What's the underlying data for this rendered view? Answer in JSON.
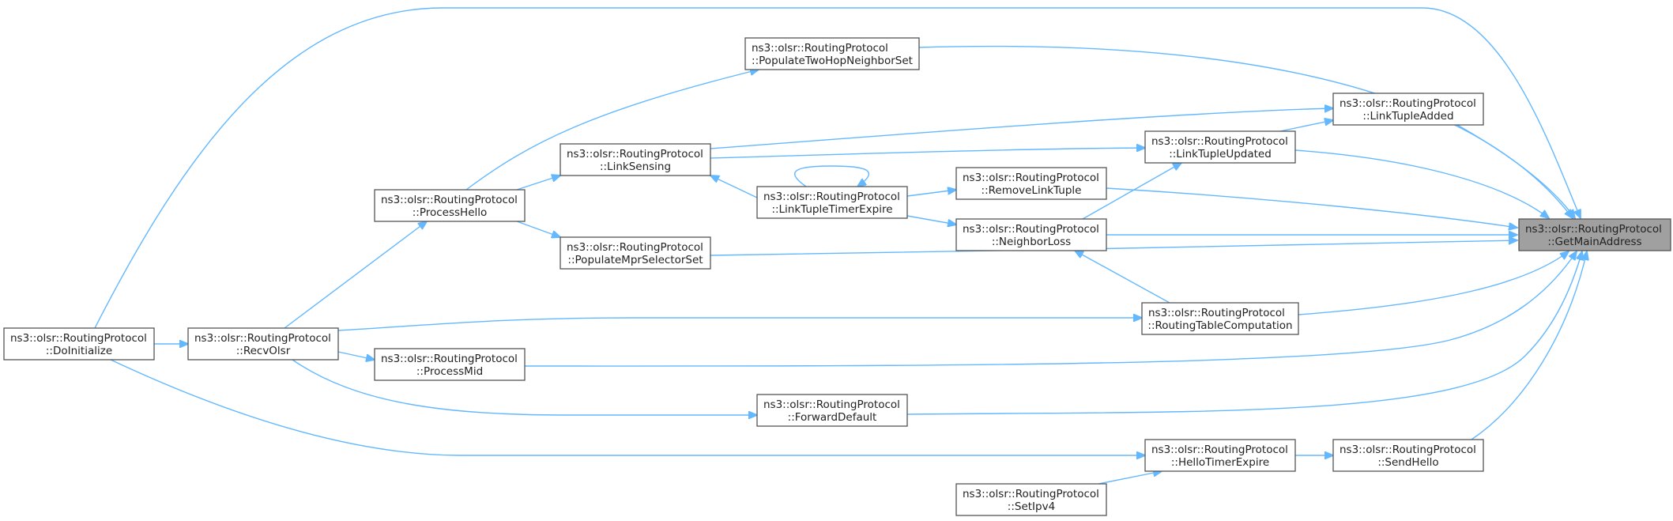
{
  "graph": {
    "edge_color": "#63b8ff",
    "node_border_color": "#555555",
    "root_fill": "#a0a0a0",
    "nodes": [
      {
        "id": "getmainaddress",
        "line1": "ns3::olsr::RoutingProtocol",
        "line2": "::GetMainAddress",
        "root": true
      },
      {
        "id": "populatetwohop",
        "line1": "ns3::olsr::RoutingProtocol",
        "line2": "::PopulateTwoHopNeighborSet"
      },
      {
        "id": "linktupleadded",
        "line1": "ns3::olsr::RoutingProtocol",
        "line2": "::LinkTupleAdded"
      },
      {
        "id": "linktupleupdated",
        "line1": "ns3::olsr::RoutingProtocol",
        "line2": "::LinkTupleUpdated"
      },
      {
        "id": "linksensing",
        "line1": "ns3::olsr::RoutingProtocol",
        "line2": "::LinkSensing"
      },
      {
        "id": "removelinktuple",
        "line1": "ns3::olsr::RoutingProtocol",
        "line2": "::RemoveLinkTuple"
      },
      {
        "id": "linktupletimerexpire",
        "line1": "ns3::olsr::RoutingProtocol",
        "line2": "::LinkTupleTimerExpire"
      },
      {
        "id": "processhello",
        "line1": "ns3::olsr::RoutingProtocol",
        "line2": "::ProcessHello"
      },
      {
        "id": "neighborloss",
        "line1": "ns3::olsr::RoutingProtocol",
        "line2": "::NeighborLoss"
      },
      {
        "id": "populatemprselector",
        "line1": "ns3::olsr::RoutingProtocol",
        "line2": "::PopulateMprSelectorSet"
      },
      {
        "id": "routingtablecomputation",
        "line1": "ns3::olsr::RoutingProtocol",
        "line2": "::RoutingTableComputation"
      },
      {
        "id": "doinitialize",
        "line1": "ns3::olsr::RoutingProtocol",
        "line2": "::DoInitialize"
      },
      {
        "id": "recvolsr",
        "line1": "ns3::olsr::RoutingProtocol",
        "line2": "::RecvOlsr"
      },
      {
        "id": "processmid",
        "line1": "ns3::olsr::RoutingProtocol",
        "line2": "::ProcessMid"
      },
      {
        "id": "forwarddefault",
        "line1": "ns3::olsr::RoutingProtocol",
        "line2": "::ForwardDefault"
      },
      {
        "id": "hellotimerexpire",
        "line1": "ns3::olsr::RoutingProtocol",
        "line2": "::HelloTimerExpire"
      },
      {
        "id": "sendhello",
        "line1": "ns3::olsr::RoutingProtocol",
        "line2": "::SendHello"
      },
      {
        "id": "setipv4",
        "line1": "ns3::olsr::RoutingProtocol",
        "line2": "::SetIpv4"
      }
    ],
    "edges": [
      {
        "from": "doinitialize",
        "to": "getmainaddress"
      },
      {
        "from": "populatetwohop",
        "to": "getmainaddress"
      },
      {
        "from": "linktupleadded",
        "to": "getmainaddress"
      },
      {
        "from": "linktupleupdated",
        "to": "getmainaddress"
      },
      {
        "from": "removelinktuple",
        "to": "getmainaddress"
      },
      {
        "from": "neighborloss",
        "to": "getmainaddress"
      },
      {
        "from": "populatemprselector",
        "to": "getmainaddress"
      },
      {
        "from": "routingtablecomputation",
        "to": "getmainaddress"
      },
      {
        "from": "processmid",
        "to": "getmainaddress"
      },
      {
        "from": "forwarddefault",
        "to": "getmainaddress"
      },
      {
        "from": "sendhello",
        "to": "getmainaddress"
      },
      {
        "from": "linktupleupdated",
        "to": "linktupleadded"
      },
      {
        "from": "linksensing",
        "to": "linktupleadded"
      },
      {
        "from": "linksensing",
        "to": "linktupleupdated"
      },
      {
        "from": "neighborloss",
        "to": "linktupleupdated"
      },
      {
        "from": "processhello",
        "to": "populatetwohop"
      },
      {
        "from": "processhello",
        "to": "linksensing"
      },
      {
        "from": "processhello",
        "to": "populatemprselector"
      },
      {
        "from": "linktupletimerexpire",
        "to": "linksensing"
      },
      {
        "from": "linktupletimerexpire",
        "to": "removelinktuple"
      },
      {
        "from": "linktupletimerexpire",
        "to": "neighborloss"
      },
      {
        "from": "linktupletimerexpire",
        "to": "linktupletimerexpire"
      },
      {
        "from": "routingtablecomputation",
        "to": "neighborloss"
      },
      {
        "from": "recvolsr",
        "to": "processhello"
      },
      {
        "from": "recvolsr",
        "to": "routingtablecomputation"
      },
      {
        "from": "recvolsr",
        "to": "processmid"
      },
      {
        "from": "recvolsr",
        "to": "forwarddefault"
      },
      {
        "from": "doinitialize",
        "to": "recvolsr"
      },
      {
        "from": "doinitialize",
        "to": "hellotimerexpire"
      },
      {
        "from": "setipv4",
        "to": "hellotimerexpire"
      },
      {
        "from": "hellotimerexpire",
        "to": "sendhello"
      }
    ]
  }
}
